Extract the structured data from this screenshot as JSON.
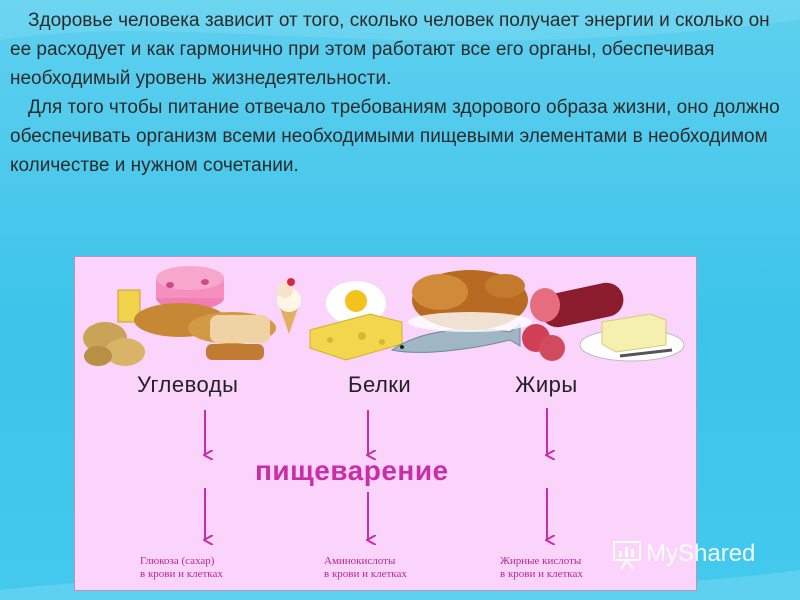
{
  "intro": {
    "paragraph1": "Здоровье человека зависит от того, сколько человек получает энергии и сколько он ее расходует и как гармонично при этом работают все его органы, обеспечивая необходимый уровень жизнедеятельности.",
    "paragraph2": "Для того чтобы питание отвечало требованиям здорового образа жизни, оно должно обеспечивать организм всеми необходимыми пищевыми элементами в необходимом количестве и нужном сочетании."
  },
  "diagram": {
    "columns": [
      {
        "label": "Углеводы",
        "result_line1": "Глюкоза (сахар)",
        "result_line2": "в крови и клетках"
      },
      {
        "label": "Белки",
        "result_line1": "Аминокислоты",
        "result_line2": "в крови и клетках"
      },
      {
        "label": "Жиры",
        "result_line1": "Жирные кислоты",
        "result_line2": "в крови и клетках"
      }
    ],
    "process": "пищеварение"
  },
  "watermark": {
    "text": "MyShared"
  },
  "colors": {
    "background": "#3cc3ea",
    "panel": "#fbd4fb",
    "arrow": "#c82fa6"
  }
}
